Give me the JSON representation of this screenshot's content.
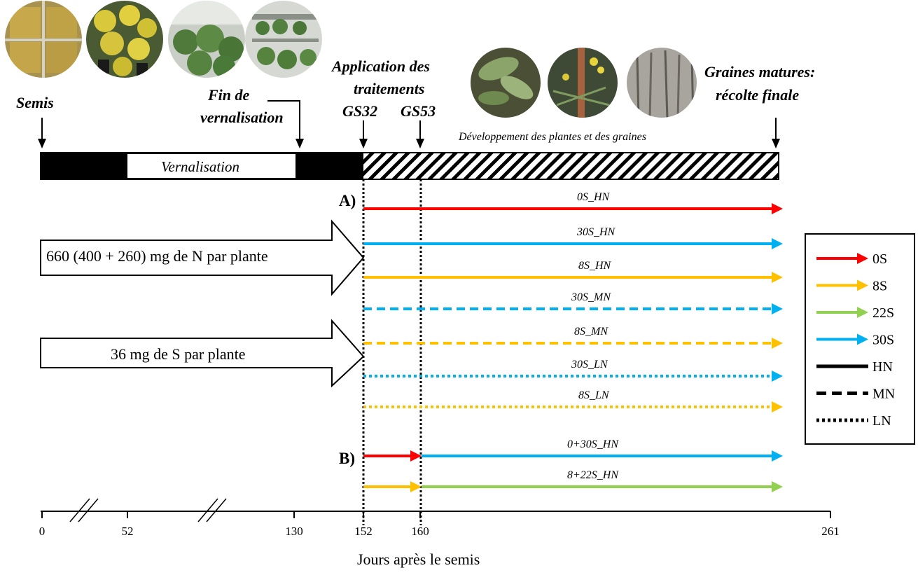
{
  "milestones": {
    "semis": "Semis",
    "fin_vern_1": "Fin de",
    "fin_vern_2": "vernalisation",
    "app_1": "Application des",
    "app_2": "traitements",
    "gs32": "GS32",
    "gs53": "GS53",
    "graines_1": "Graines matures:",
    "graines_2": "récolte finale"
  },
  "photos": [
    {
      "name": "seedling-trays-photo",
      "color": "#b89a4a"
    },
    {
      "name": "flowering-plants-photo",
      "color": "#c9b631"
    },
    {
      "name": "greenhouse-plants-photo",
      "color": "#6f8f5a"
    },
    {
      "name": "growth-chamber-photo",
      "color": "#7d8c6f"
    },
    {
      "name": "plant-closeup-photo",
      "color": "#6f7d4e"
    },
    {
      "name": "flowering-stem-photo",
      "color": "#8a7c55"
    },
    {
      "name": "mature-plants-photo",
      "color": "#9b9a94"
    }
  ],
  "timeline": {
    "vernalisation_label": "Vernalisation",
    "development_label": "Développement des plantes et des graines"
  },
  "inputs": {
    "nitrogen": "660 (400 + 260) mg de N par plante",
    "sulfur": "36 mg de S par plante"
  },
  "sections": {
    "a": "A)",
    "b": "B)"
  },
  "treatments": [
    {
      "label": "0S_HN",
      "color": "#ff0000",
      "style": "solid"
    },
    {
      "label": "30S_HN",
      "color": "#00b0f0",
      "style": "solid"
    },
    {
      "label": "8S_HN",
      "color": "#ffc000",
      "style": "solid"
    },
    {
      "label": "30S_MN",
      "color": "#00b0f0",
      "style": "dashed"
    },
    {
      "label": "8S_MN",
      "color": "#ffc000",
      "style": "dashed"
    },
    {
      "label": "30S_LN",
      "color": "#00b0f0",
      "style": "dotted"
    },
    {
      "label": "8S_LN",
      "color": "#ffc000",
      "style": "dotted"
    },
    {
      "label": "0+30S_HN",
      "color": "#00b0f0",
      "style": "solid",
      "pre_color": "#ff0000"
    },
    {
      "label": "8+22S_HN",
      "color": "#92d050",
      "style": "solid",
      "pre_color": "#ffc000"
    }
  ],
  "legend": [
    {
      "label": "0S",
      "color": "#ff0000",
      "kind": "arrow"
    },
    {
      "label": "8S",
      "color": "#ffc000",
      "kind": "arrow"
    },
    {
      "label": "22S",
      "color": "#92d050",
      "kind": "arrow"
    },
    {
      "label": "30S",
      "color": "#00b0f0",
      "kind": "arrow"
    },
    {
      "label": "HN",
      "color": "#000000",
      "kind": "solid"
    },
    {
      "label": "MN",
      "color": "#000000",
      "kind": "dashed"
    },
    {
      "label": "LN",
      "color": "#000000",
      "kind": "dotted"
    }
  ],
  "axis": {
    "ticks": [
      "0",
      "52",
      "130",
      "152",
      "160",
      "261"
    ],
    "title": "Jours après le semis"
  },
  "colors": {
    "red": "#ff0000",
    "yellow": "#ffc000",
    "green": "#92d050",
    "blue": "#00b0f0"
  }
}
